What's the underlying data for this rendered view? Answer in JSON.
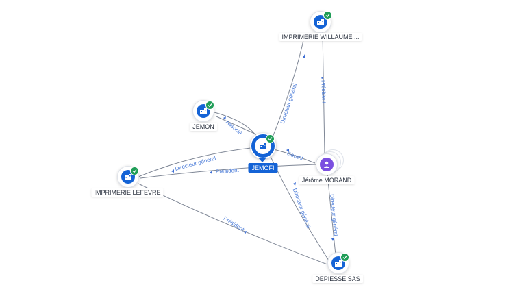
{
  "nodes": {
    "willaume": {
      "label": "IMPRIMERIE WILLAUME ..."
    },
    "jemon": {
      "label": "JEMON"
    },
    "jemofi": {
      "label": "JEMOFI"
    },
    "morand": {
      "label": "Jérôme MORAND"
    },
    "lefevre": {
      "label": "IMPRIMERIE LEFEVRE"
    },
    "depiesse": {
      "label": "DEPIESSE SAS"
    }
  },
  "edges": {
    "jemofi_willaume": "Directeur général",
    "morand_willaume": "Président",
    "jemon_jemofi": "Associé",
    "morand_jemofi": "Gérant",
    "jemofi_lefevre": "Directeur général",
    "morand_lefevre": "Président",
    "jemofi_depiesse": "Directeur général",
    "lefevre_depiesse": "Président",
    "morand_depiesse": "Directeur général"
  },
  "colors": {
    "company": "#1463d6",
    "person": "#7b4fe0",
    "verified": "#1f9d57",
    "edge": "#7f8796",
    "edge_label": "#4a7bd8"
  },
  "icons": {
    "company": "building-icon",
    "person": "person-icon",
    "verified": "check-icon"
  }
}
